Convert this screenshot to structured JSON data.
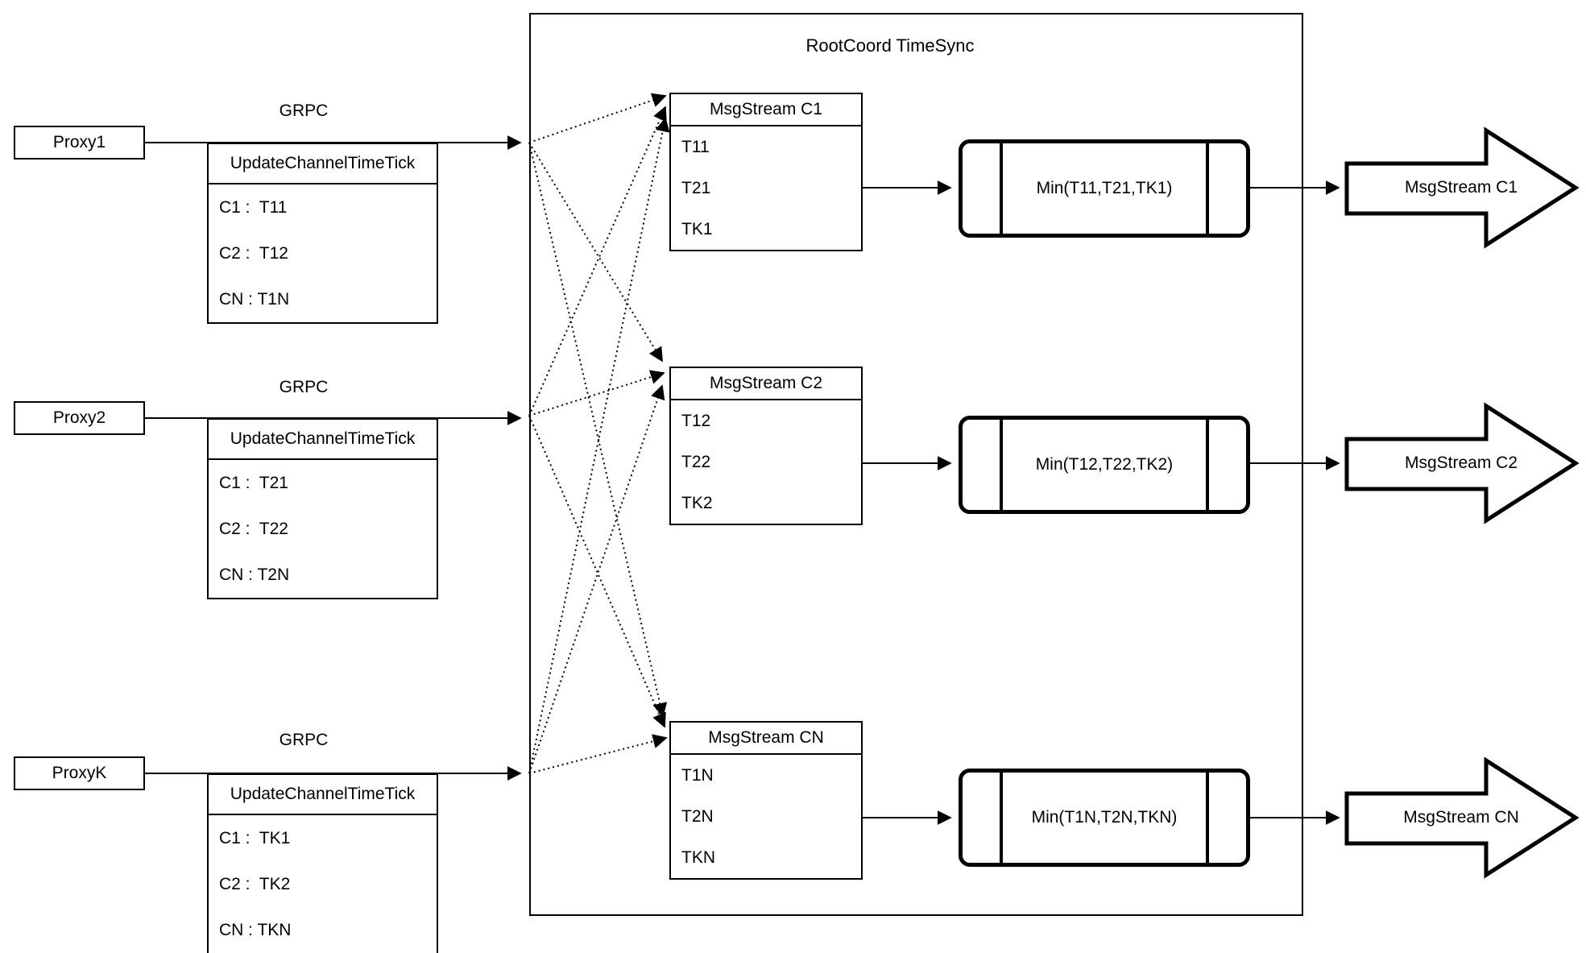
{
  "diagram": {
    "container_title": "RootCoord TimeSync",
    "grpc_label": "GRPC",
    "proxies": [
      {
        "name": "Proxy1",
        "message": {
          "header": "UpdateChannelTimeTick",
          "rows": [
            "C1 :  T11",
            "C2 :  T12",
            "CN : T1N"
          ]
        }
      },
      {
        "name": "Proxy2",
        "message": {
          "header": "UpdateChannelTimeTick",
          "rows": [
            "C1 :  T21",
            "C2 :  T22",
            "CN : T2N"
          ]
        }
      },
      {
        "name": "ProxyK",
        "message": {
          "header": "UpdateChannelTimeTick",
          "rows": [
            "C1 :  TK1",
            "C2 :  TK2",
            "CN : TKN"
          ]
        }
      }
    ],
    "msgstreams": [
      {
        "title": "MsgStream C1",
        "rows": [
          "T11",
          "T21",
          "TK1"
        ],
        "min": "Min(T11,T21,TK1)",
        "output": "MsgStream C1"
      },
      {
        "title": "MsgStream C2",
        "rows": [
          "T12",
          "T22",
          "TK2"
        ],
        "min": "Min(T12,T22,TK2)",
        "output": "MsgStream C2"
      },
      {
        "title": "MsgStream CN",
        "rows": [
          "T1N",
          "T2N",
          "TKN"
        ],
        "min": "Min(T1N,T2N,TKN)",
        "output": "MsgStream CN"
      }
    ],
    "colors": {
      "ink": "#000000",
      "paper": "#ffffff"
    }
  }
}
